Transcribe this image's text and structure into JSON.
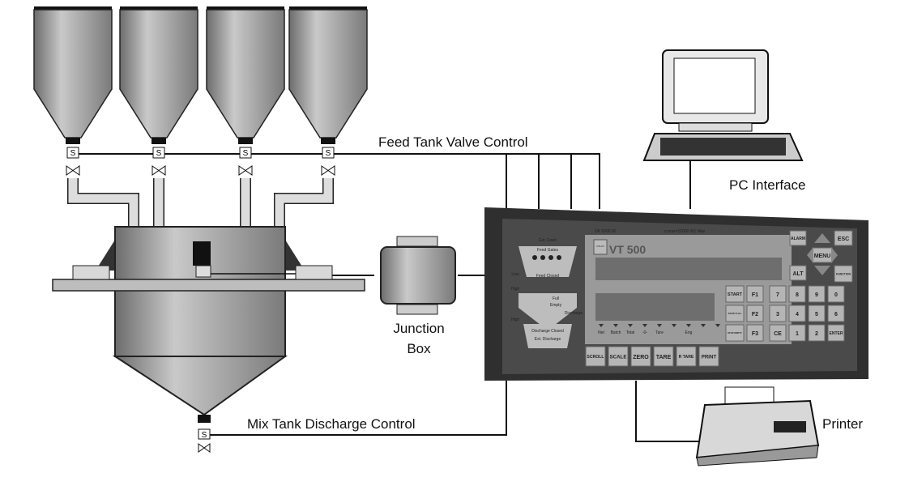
{
  "labels": {
    "feed_valve_control": "Feed Tank Valve Control",
    "pc_interface": "PC Interface",
    "junction_box_line1": "Junction",
    "junction_box_line2": "Box",
    "mix_discharge_control": "Mix Tank Discharge Control",
    "printer": "Printer"
  },
  "solenoid_letter": "S",
  "panel": {
    "model": "VT 500",
    "brand": "VISHAY",
    "serial": "DK 0000.00",
    "spec_line": "n max=10000  W1 Max",
    "left_panel": {
      "ext_feed": "Ext. Feed",
      "feed_gates": "Feed Gates",
      "low": "Low",
      "feed_closed": "Feed Closed",
      "high1": "High",
      "full": "Full",
      "empty": "Empty",
      "discharge": "Discharge",
      "discharge_closed": "Discharge Closed",
      "high2": "High",
      "ext_discharge": "Ext. Discharge"
    },
    "indicators": [
      "Net",
      "Batch",
      "Total",
      "-0-",
      "Tare",
      "",
      "Eng",
      "",
      ""
    ],
    "bottom_keys": [
      "SCROLL",
      "SCALE",
      "ZERO",
      "TARE",
      "R TARE",
      "PRINT"
    ],
    "control_keys": [
      "START",
      "STOP FULL",
      "STOP EMPTY"
    ],
    "function_keys": [
      "F1",
      "F2",
      "F3"
    ],
    "numpad": [
      "7",
      "8",
      "9",
      "0",
      "3",
      "4",
      "5",
      "6",
      "CE",
      "1",
      "2",
      "ENTER"
    ],
    "right_keys": {
      "alarm": "ALARM",
      "esc": "ESC",
      "menu": "MENU",
      "alt": "ALT",
      "function": "FUNCTION"
    }
  },
  "colors": {
    "tank_body": "#9a9a9a",
    "panel": "#3a3a3a",
    "faceplate": "#8c8c8c",
    "display": "#6e6e6e"
  }
}
